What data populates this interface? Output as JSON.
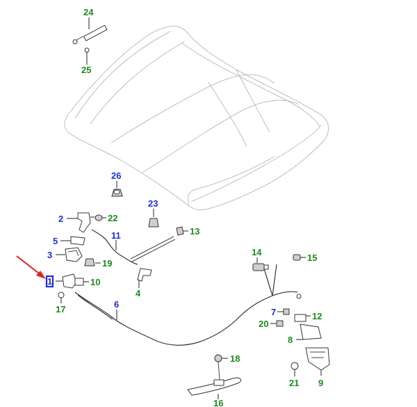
{
  "callouts": {
    "c1": "1",
    "c2": "2",
    "c3": "3",
    "c4": "4",
    "c5": "5",
    "c6": "6",
    "c7": "7",
    "c8": "8",
    "c9": "9",
    "c10": "10",
    "c11": "11",
    "c12": "12",
    "c13": "13",
    "c14": "14",
    "c15": "15",
    "c16": "16",
    "c17": "17",
    "c18": "18",
    "c19": "19",
    "c20": "20",
    "c21": "21",
    "c22": "22",
    "c23": "23",
    "c24": "24",
    "c25": "25",
    "c26": "26"
  },
  "colors": {
    "callout_blue": "#1b2fd6",
    "callout_green": "#1c8a1c",
    "pointer_arrow": "#e0201c"
  }
}
